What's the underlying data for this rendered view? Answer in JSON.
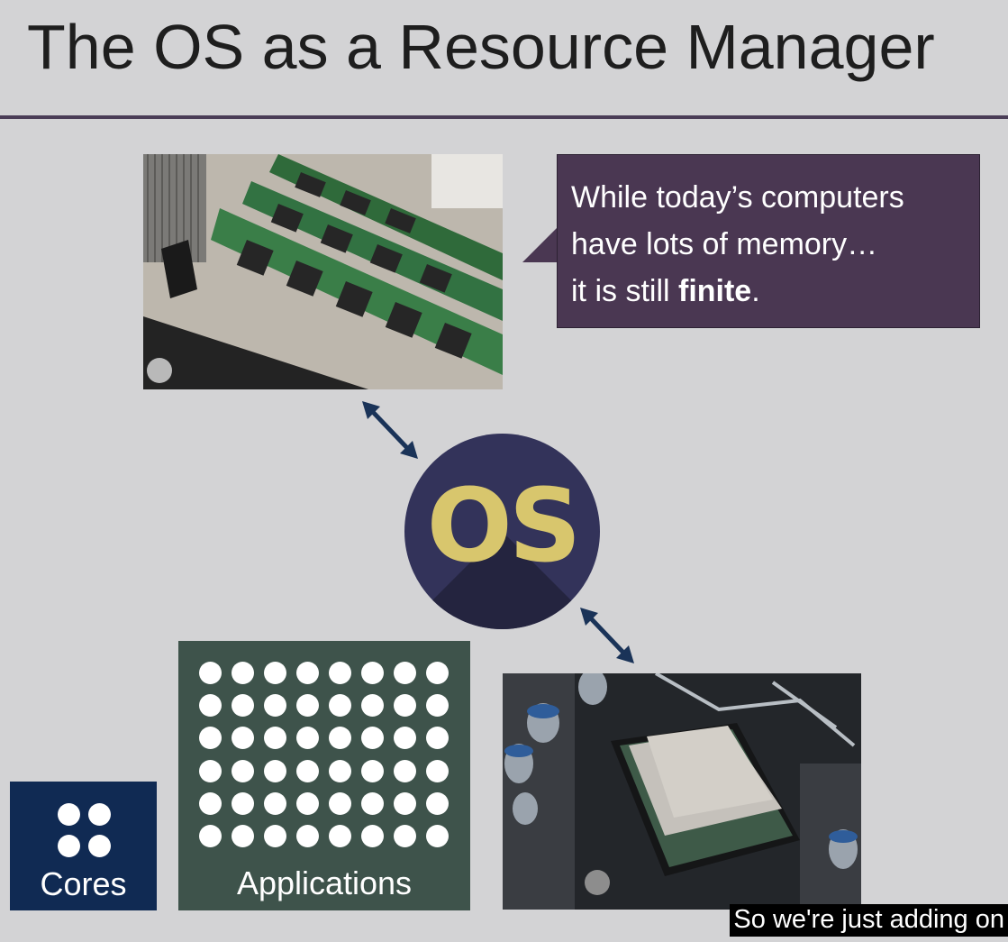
{
  "slide": {
    "title": "The OS as a Resource Manager"
  },
  "bubble": {
    "line1": "While today’s computers",
    "line2": "have lots of memory…",
    "line3_prefix": "it is still ",
    "line3_bold": "finite",
    "line3_suffix": "."
  },
  "os_badge": {
    "label": "OS",
    "circle_color": "#33335a",
    "text_color": "#d8c66d"
  },
  "cores_box": {
    "label": "Cores",
    "color": "#102a53"
  },
  "apps_box": {
    "label": "Applications",
    "color": "#3e534b"
  },
  "caption": {
    "text": "So we're just adding on"
  },
  "icons": {
    "memory_photo": "ram-modules-photo",
    "cpu_photo": "cpu-socket-photo",
    "arrows": "double-arrow-icon"
  }
}
